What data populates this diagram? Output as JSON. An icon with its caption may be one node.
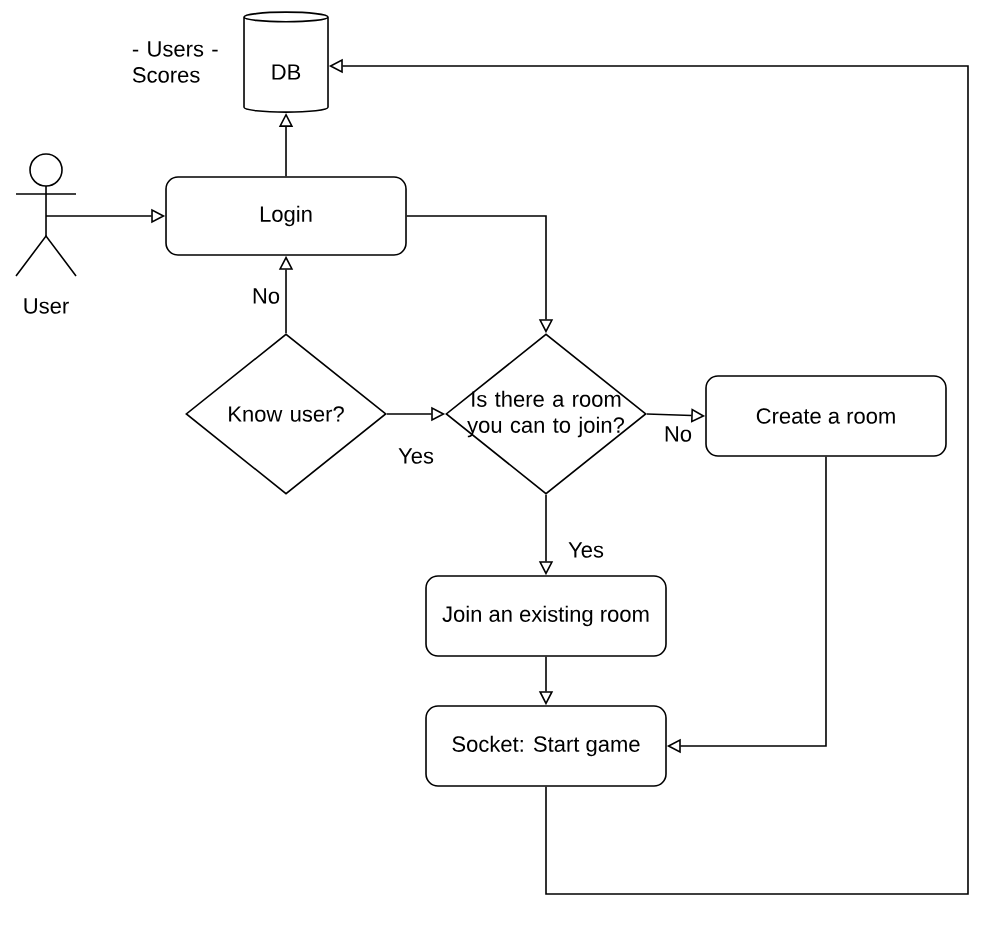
{
  "diagram": {
    "nodes": [
      {
        "text": [
          "DB"
        ],
        "beside": [
          "- Users - Scores"
        ]
      },
      {
        "text": [
          "User"
        ]
      },
      {
        "text": [
          "Login"
        ]
      },
      {
        "text": [
          "Know user?"
        ]
      },
      {
        "text": [
          "Is there a room you can to join?"
        ]
      },
      {
        "text": [
          "Create a room"
        ]
      },
      {
        "text": [
          "Join an existing room"
        ]
      },
      {
        "text": [
          "Socket: Start game"
        ]
      }
    ],
    "edges": [
      {
        "from": 1,
        "to": 2,
        "arrow": "to"
      },
      {
        "from": 2,
        "to": 0,
        "arrow": "to"
      },
      {
        "from": 3,
        "to": 2,
        "arrow": "to",
        "label": "No"
      },
      {
        "from": 2,
        "to": 4,
        "arrow": "to"
      },
      {
        "from": 3,
        "to": 4,
        "arrow": "to",
        "label": "Yes"
      },
      {
        "from": 4,
        "to": 5,
        "arrow": "to",
        "label": "No"
      },
      {
        "from": 4,
        "to": 6,
        "arrow": "to",
        "label": "Yes"
      },
      {
        "from": 6,
        "to": 7,
        "arrow": "to"
      },
      {
        "from": 5,
        "to": 7,
        "arrow": "to"
      },
      {
        "from": 7,
        "to": 0,
        "arrow": "to"
      }
    ]
  }
}
